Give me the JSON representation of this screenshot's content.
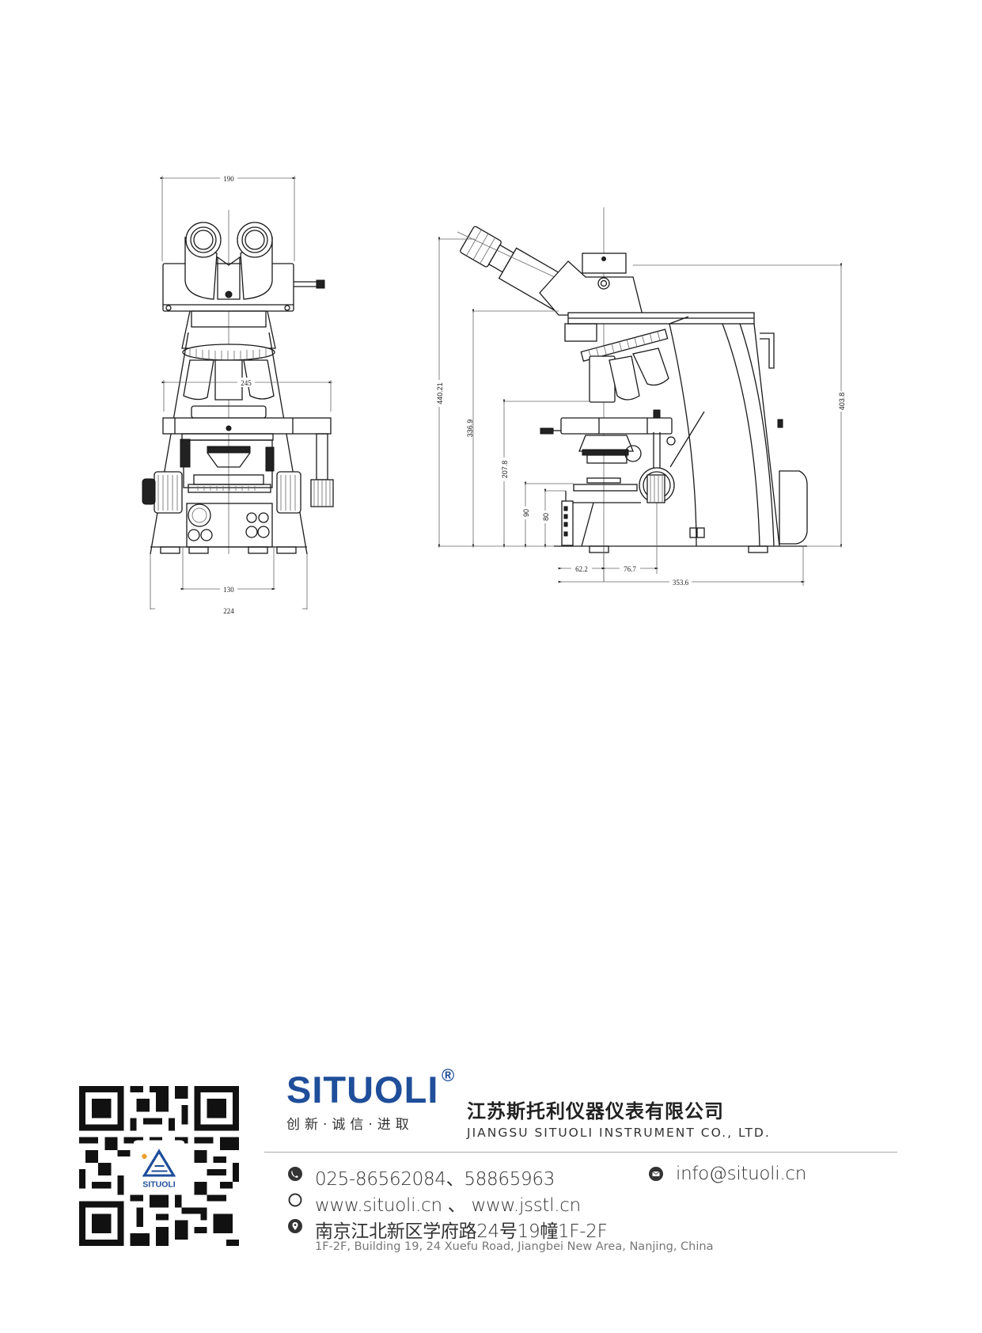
{
  "drawing": {
    "front_view": {
      "dimensions": {
        "top_width": "190",
        "stage_width": "245",
        "base_inner_width": "130",
        "base_outer_width": "224"
      }
    },
    "side_view": {
      "dimensions": {
        "total_height": "440.21",
        "eyepiece_height": "336.9",
        "stage_height": "207.8",
        "condenser_height_90": "90",
        "base_height_80": "80",
        "body_height": "403.8",
        "front_offset": "62.2",
        "pillar_offset": "76.7",
        "total_depth": "353.6"
      }
    }
  },
  "footer": {
    "qr_code": {
      "center_logo_text": "SITUOLI"
    },
    "brand": {
      "name": "SITUOLI",
      "registered_mark": "®",
      "slogan": "创新·诚信·进取",
      "color": "#1f4e9a"
    },
    "company": {
      "name_cn": "江苏斯托利仪器仪表有限公司",
      "name_en": "JIANGSU SITUOLI INSTRUMENT CO., LTD."
    },
    "contacts": {
      "phone": {
        "icon": "phone-icon",
        "text": "025-86562084、58865963"
      },
      "email": {
        "icon": "mail-icon",
        "text": "info@situoli.cn"
      },
      "website": {
        "icon": "globe-icon",
        "text": "www.situoli.cn 、 www.jsstl.cn"
      },
      "address": {
        "icon": "location-pin-icon",
        "text_cn": "南京江北新区学府路24号19幢1F-2F",
        "text_en": "1F-2F, Building 19, 24 Xuefu Road, Jiangbei New Area, Nanjing, China"
      }
    }
  }
}
